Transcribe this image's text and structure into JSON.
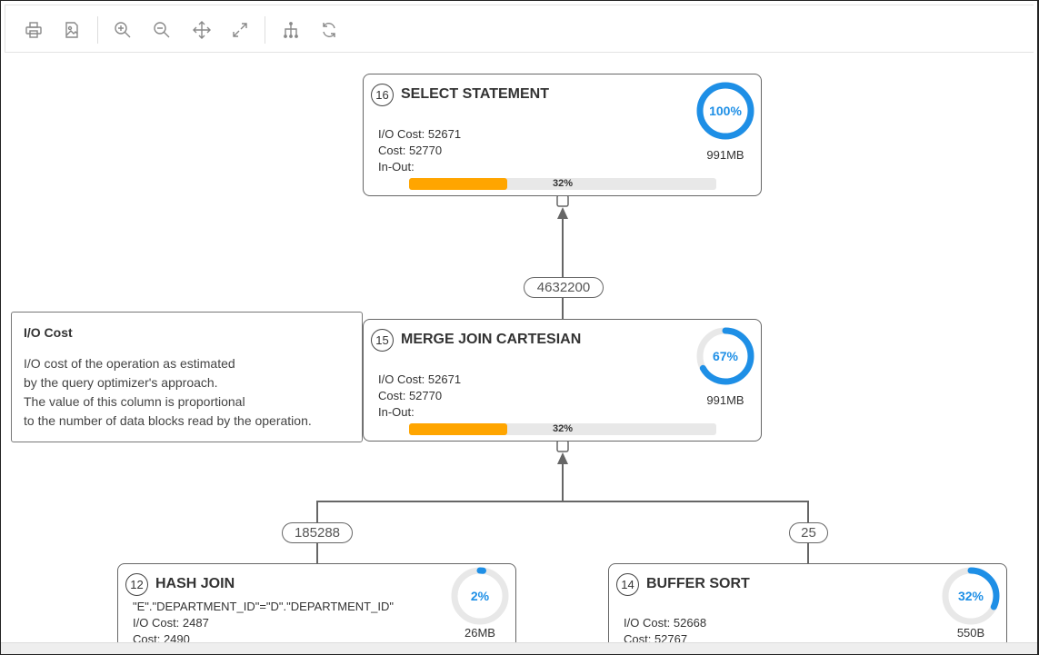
{
  "toolbar": {
    "icons": [
      "print-icon",
      "export-image-icon",
      "zoom-in-icon",
      "zoom-out-icon",
      "pan-icon",
      "fit-to-screen-icon",
      "layout-tree-icon",
      "refresh-icon"
    ]
  },
  "colors": {
    "accent": "#1e8fe6",
    "bar": "#ffa500",
    "ring_track": "#e8e8e8"
  },
  "nodes": [
    {
      "id": "16",
      "title": "SELECT STATEMENT",
      "io_cost": "I/O Cost: 52671",
      "cost": "Cost: 52770",
      "in_out": "In-Out:",
      "ring_pct": 100,
      "ring_label": "100%",
      "size": "991MB",
      "bar_pct": 32,
      "bar_label": "32%"
    },
    {
      "id": "15",
      "title": "MERGE JOIN CARTESIAN",
      "io_cost": "I/O Cost: 52671",
      "cost": "Cost: 52770",
      "in_out": "In-Out:",
      "ring_pct": 67,
      "ring_label": "67%",
      "size": "991MB",
      "bar_pct": 32,
      "bar_label": "32%"
    },
    {
      "id": "12",
      "title": "HASH JOIN",
      "predicate": "\"E\".\"DEPARTMENT_ID\"=\"D\".\"DEPARTMENT_ID\"",
      "io_cost": "I/O Cost: 2487",
      "cost": "Cost: 2490",
      "ring_pct": 2,
      "ring_label": "2%",
      "size": "26MB"
    },
    {
      "id": "14",
      "title": "BUFFER SORT",
      "io_cost": "I/O Cost: 52668",
      "cost": "Cost: 52767",
      "ring_pct": 32,
      "ring_label": "32%",
      "size": "550B"
    }
  ],
  "edges": {
    "e15_16": "4632200",
    "e12_15": "185288",
    "e14_15": "25"
  },
  "tooltip": {
    "title": "I/O Cost",
    "lines": [
      "I/O cost of the operation as estimated",
      "by the query optimizer's approach.",
      "The value of this column is proportional",
      "to the number of data blocks read by the operation."
    ]
  }
}
